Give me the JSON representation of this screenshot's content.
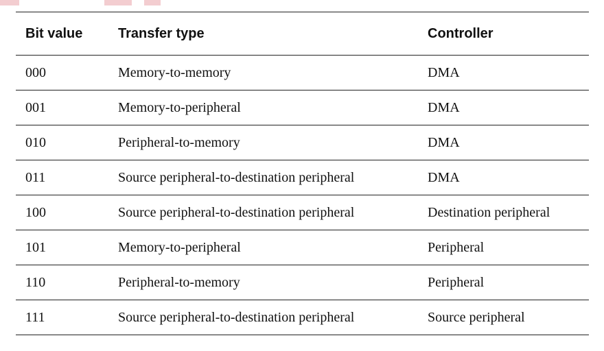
{
  "table": {
    "headers": [
      "Bit value",
      "Transfer type",
      "Controller"
    ],
    "rows": [
      [
        "000",
        "Memory-to-memory",
        "DMA"
      ],
      [
        "001",
        "Memory-to-peripheral",
        "DMA"
      ],
      [
        "010",
        "Peripheral-to-memory",
        "DMA"
      ],
      [
        "011",
        "Source peripheral-to-destination peripheral",
        "DMA"
      ],
      [
        "100",
        "Source peripheral-to-destination peripheral",
        "Destination peripheral"
      ],
      [
        "101",
        "Memory-to-peripheral",
        "Peripheral"
      ],
      [
        "110",
        "Peripheral-to-memory",
        "Peripheral"
      ],
      [
        "111",
        "Source peripheral-to-destination peripheral",
        "Source peripheral"
      ]
    ]
  },
  "colors": {
    "rule": "#222222",
    "text": "#111111",
    "decoration": "#f3cdd0"
  }
}
